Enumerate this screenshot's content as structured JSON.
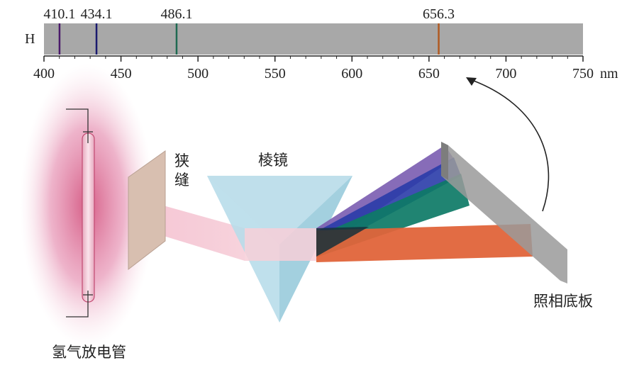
{
  "spectrum": {
    "element_label": "H",
    "unit": "nm",
    "range_nm": [
      400,
      750
    ],
    "ticks": [
      "400",
      "450",
      "500",
      "550",
      "600",
      "650",
      "700",
      "750"
    ],
    "band_color": "#a8a8a8",
    "lines": [
      {
        "label": "410.1",
        "wavelength": 410.1,
        "color": "#4a1a6a"
      },
      {
        "label": "434.1",
        "wavelength": 434.1,
        "color": "#1a1a6e"
      },
      {
        "label": "486.1",
        "wavelength": 486.1,
        "color": "#1f6a52"
      },
      {
        "label": "656.3",
        "wavelength": 656.3,
        "color": "#b05a22"
      }
    ]
  },
  "labels": {
    "tube": "氢气放电管",
    "slit_1": "狭",
    "slit_2": "缝",
    "prism": "棱镜",
    "plate": "照相底板"
  },
  "colors": {
    "violet": "#7a5cb0",
    "blue": "#2a3ca8",
    "green": "#0d7a66",
    "red": "#e0643a",
    "tube_glow": "#d96a98",
    "prism": "#a9d4e4",
    "plate": "#9a9a9a",
    "slit": "#d8bfb0"
  }
}
